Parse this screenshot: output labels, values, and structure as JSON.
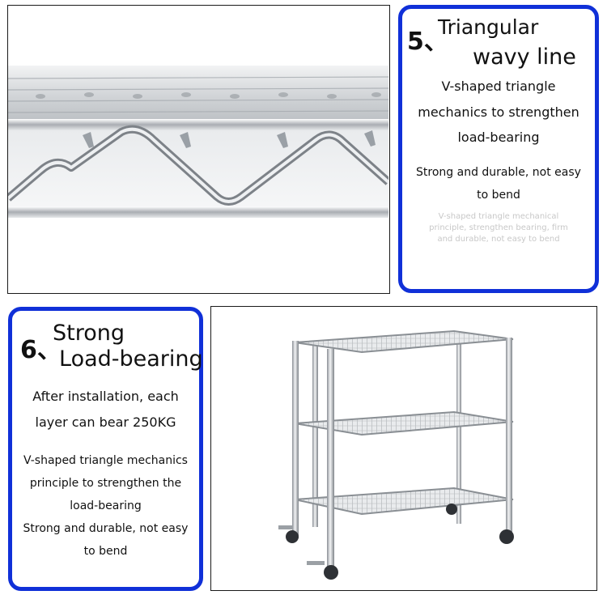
{
  "feature_5": {
    "number": "5、",
    "title_line1": "Triangular",
    "title_line2": "wavy line",
    "desc_1": "V-shaped triangle",
    "desc_2": "mechanics to strengthen",
    "desc_3": "load-bearing",
    "desc_4": "Strong and durable, not easy",
    "desc_5": "to bend",
    "faint_1": "V-shaped triangle mechanical",
    "faint_2": "principle, strengthen bearing, firm",
    "faint_3": "and durable, not easy to bend"
  },
  "feature_6": {
    "number": "6、",
    "title_line1": "Strong",
    "title_line2": "Load-bearing",
    "desc_1": "After installation, each",
    "desc_2": "layer can bear 250KG",
    "desc_3": "V-shaped triangle mechanics",
    "desc_4": "principle to strengthen the",
    "desc_5": "load-bearing",
    "desc_6": "Strong and durable, not easy",
    "desc_7": "to bend"
  },
  "colors": {
    "card_border": "#1030d8",
    "text": "#111111",
    "faint_text": "#c8c8c8",
    "chrome": "#c9ccd0"
  },
  "images": {
    "wire_closeup": "chrome-wire-shelf-closeup",
    "shelf_product": "three-tier-chrome-wire-shelf-cart"
  }
}
